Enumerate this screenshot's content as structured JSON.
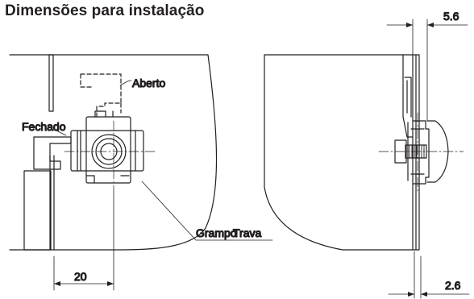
{
  "title": "Dimensões para instalação",
  "labels": {
    "open": "Aberto",
    "closed": "Fechado",
    "clamp": "Grampo",
    "lock": "Trava"
  },
  "dimensions": {
    "width": "20",
    "top_offset": "5.6",
    "bottom_offset": "2.6"
  }
}
